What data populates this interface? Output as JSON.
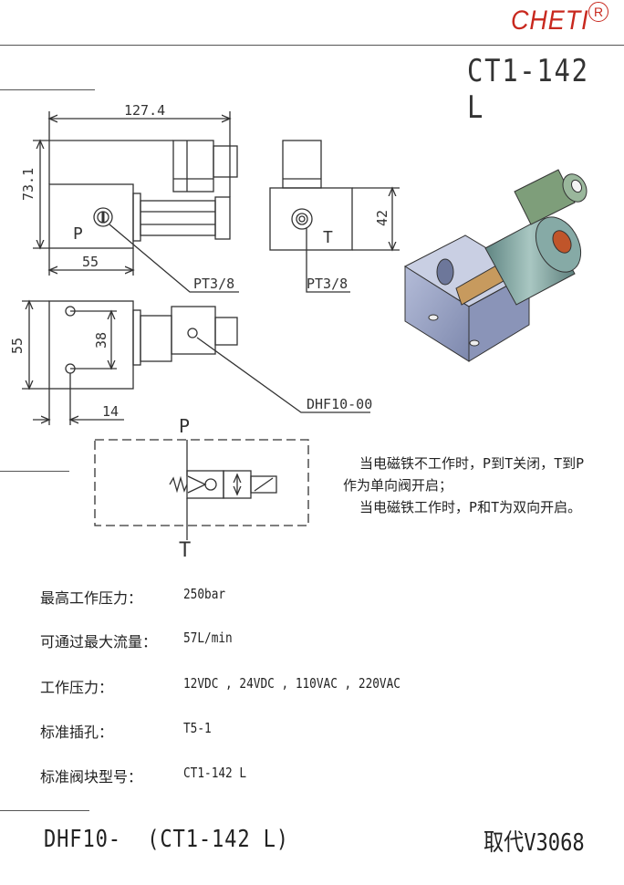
{
  "header": {
    "brand": "CHETI",
    "registered_mark": "R",
    "model": "CT1-142 L"
  },
  "drawing": {
    "dim_width": "127.4",
    "dim_height": "73.1",
    "dim_base": "55",
    "dim_side_height": "42",
    "dim_top_height": "55",
    "dim_hole_spacing": "38",
    "dim_offset": "14",
    "port_p": "P",
    "port_t": "T",
    "thread_left": "PT3/8",
    "thread_right": "PT3/8",
    "valve_callout": "DHF10-00",
    "schematic_p": "P",
    "schematic_t": "T"
  },
  "description": {
    "line1": "  当电磁铁不工作时，P到T关闭，T到P",
    "line2": "作为单向阀开启；",
    "line3": "  当电磁铁工作时，P和T为双向开启。"
  },
  "specs": [
    {
      "label": "最高工作压力：",
      "value": "250bar"
    },
    {
      "label": "可通过最大流量：",
      "value": "57L/min"
    },
    {
      "label": "工作压力：",
      "value": "12VDC , 24VDC , 110VAC , 220VAC"
    },
    {
      "label": "标准插孔：",
      "value": "T5-1"
    },
    {
      "label": "标准阀块型号：",
      "value": "CT1-142 L"
    }
  ],
  "footer": {
    "part_number": "DHF10-  (CT1-142 L)",
    "replaces": "取代V3068"
  },
  "colors": {
    "brand": "#c8281e",
    "block_tint": "#9aa6c8",
    "solenoid_tint": "#7fa3a0",
    "coil_ring": "#c0552a"
  }
}
